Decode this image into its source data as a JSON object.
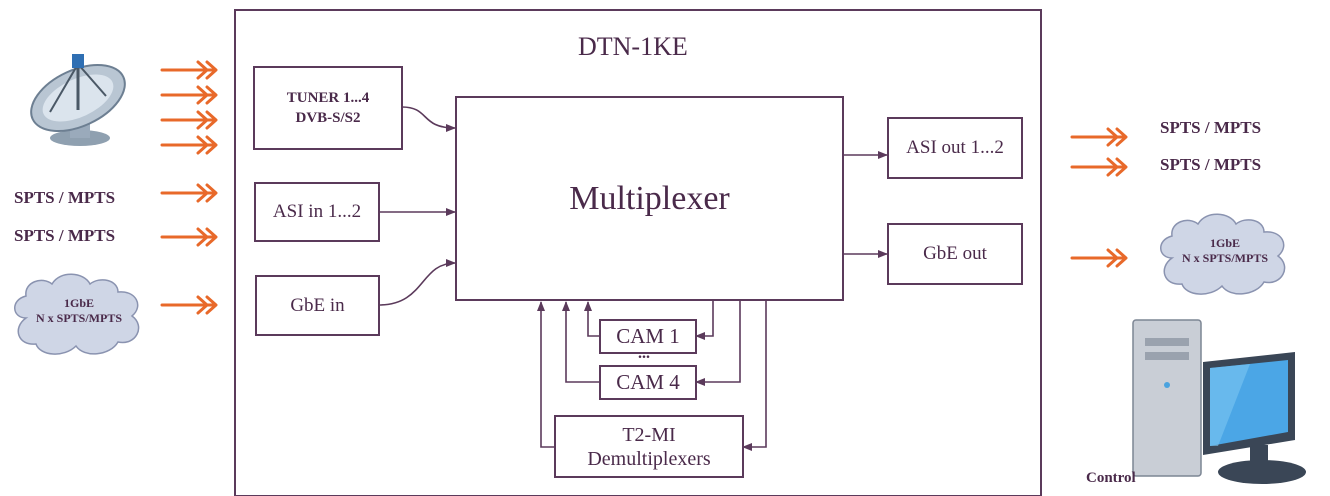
{
  "title": "DTN-1KE",
  "inputs": {
    "tuner": [
      "TUNER 1...4",
      "DVB-S/S2"
    ],
    "asi_in": "ASI in 1...2",
    "gbe_in": "GbE in",
    "sptsmpts_1": "SPTS / MPTS",
    "sptsmpts_2": "SPTS / MPTS",
    "cloud_in": [
      "1GbE",
      "N x SPTS/MPTS"
    ]
  },
  "core": {
    "multiplexer": "Multiplexer",
    "cam1": "CAM 1",
    "cam_dots": "...",
    "cam4": "CAM 4",
    "t2mi": [
      "T2-MI",
      "Demultiplexers"
    ]
  },
  "outputs": {
    "asi_out": "ASI out 1...2",
    "gbe_out": "GbE out",
    "sptsmpts_1": "SPTS / MPTS",
    "sptsmpts_2": "SPTS / MPTS",
    "cloud_out": [
      "1GbE",
      "N x SPTS/MPTS"
    ]
  },
  "control": "Control",
  "colors": {
    "arrow": "#e8692a",
    "line": "#5b3a5b",
    "text": "#4a2a4a",
    "cloud": "#cfd6e6"
  },
  "icons": [
    "satellite-dish-icon",
    "computer-icon",
    "cloud-icon",
    "double-arrow-icon"
  ]
}
